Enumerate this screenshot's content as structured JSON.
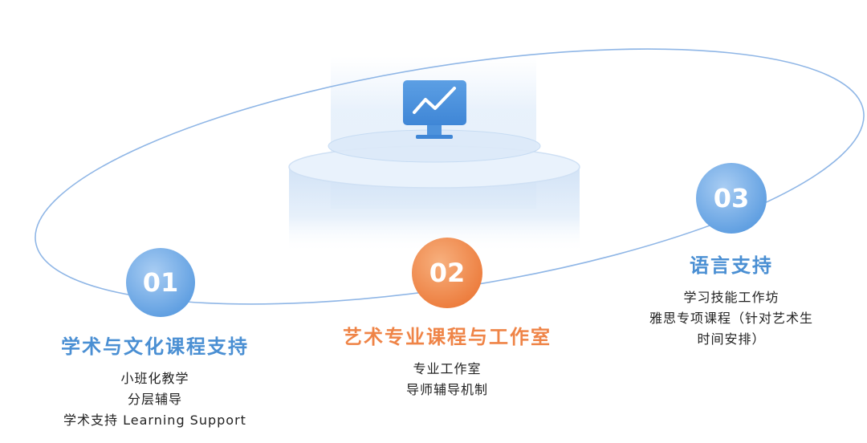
{
  "colors": {
    "blue": "#4a8fd3",
    "orange": "#ef8447",
    "orbit": "#8fb6e6"
  },
  "icon": "monitor-chart-icon",
  "steps": [
    {
      "number": "01",
      "title": "学术与文化课程支持",
      "items": [
        "小班化教学",
        "分层辅导",
        "学术支持 Learning Support"
      ]
    },
    {
      "number": "02",
      "title": "艺术专业课程与工作室",
      "items": [
        "专业工作室",
        "导师辅导机制"
      ]
    },
    {
      "number": "03",
      "title": "语言支持",
      "items": [
        "学习技能工作坊",
        "雅思专项课程（针对艺术生",
        "时间安排）"
      ]
    }
  ]
}
